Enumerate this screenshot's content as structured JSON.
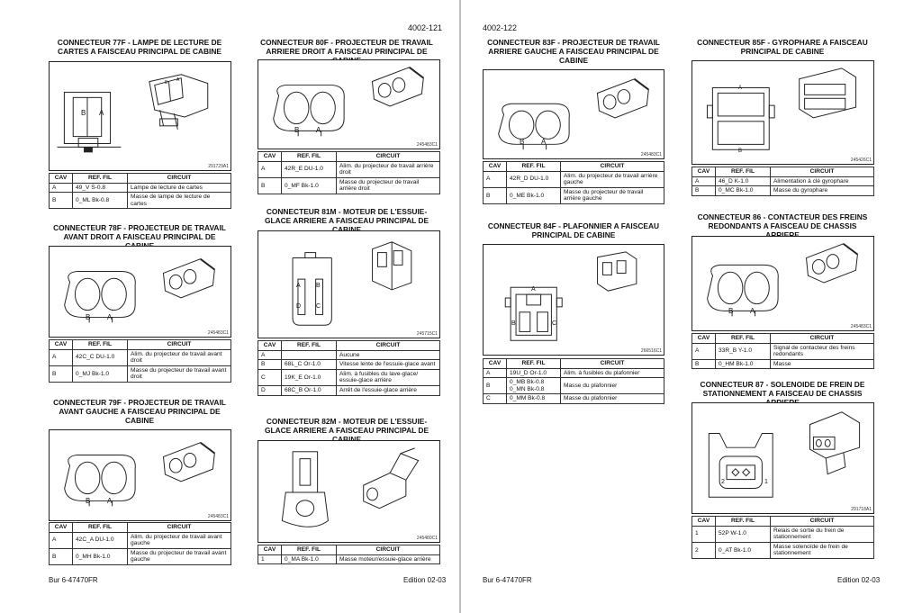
{
  "left": {
    "page_number": "4002-121",
    "footer_left": "Bur 6-47470FR",
    "footer_right": "Edition 02-03",
    "c77f": {
      "title": "CONNECTEUR 77F - LAMPE DE LECTURE DE CARTES A FAISCEAU PRINCIPAL DE CABINE",
      "code": "291729A1",
      "pin_b": "B",
      "pin_a": "A",
      "headers": [
        "CAV",
        "REF. FIL",
        "CIRCUIT"
      ],
      "rows": [
        [
          "A",
          "49_V S-0.8",
          "Lampe de lecture de cartes"
        ],
        [
          "B",
          "0_ML Bk-0.8",
          "Masse de lampe de lecture de cartes"
        ]
      ]
    },
    "c78f": {
      "title": "CONNECTEUR 78F - PROJECTEUR DE TRAVAIL AVANT DROIT A FAISCEAU PRINCIPAL DE CABINE",
      "code": "245483C1",
      "pin_b": "B",
      "pin_a": "A",
      "headers": [
        "CAV",
        "REF. FIL",
        "CIRCUIT"
      ],
      "rows": [
        [
          "A",
          "42C_C DU-1.0",
          "Alim. du projecteur de travail avant droit"
        ],
        [
          "B",
          "0_MJ Bk-1.0",
          "Masse du projecteur de travail avant droit"
        ]
      ]
    },
    "c79f": {
      "title": "CONNECTEUR 79F - PROJECTEUR DE TRAVAIL AVANT GAUCHE A FAISCEAU PRINCIPAL DE CABINE",
      "code": "245483C1",
      "pin_b": "B",
      "pin_a": "A",
      "headers": [
        "CAV",
        "REF. FIL",
        "CIRCUIT"
      ],
      "rows": [
        [
          "A",
          "42C_A DU-1.0",
          "Alim. du projecteur de travail avant gauche"
        ],
        [
          "B",
          "0_MH Bk-1.0",
          "Masse du projecteur de travail avant gauche"
        ]
      ]
    },
    "c80f": {
      "title": "CONNECTEUR 80F - PROJECTEUR DE TRAVAIL ARRIERE DROIT A FAISCEAU PRINCIPAL DE CABINE",
      "code": "245483C1",
      "pin_b": "B",
      "pin_a": "A",
      "headers": [
        "CAV",
        "REF. FIL",
        "CIRCUIT"
      ],
      "rows": [
        [
          "A",
          "42R_E DU-1.0",
          "Alim. du projecteur de travail arrière droit"
        ],
        [
          "B",
          "0_MF Bk-1.0",
          "Masse du projecteur de travail arrière droit"
        ]
      ]
    },
    "c81m": {
      "title": "CONNECTEUR 81M - MOTEUR DE L'ESSUIE-GLACE ARRIERE A FAISCEAU PRINCIPAL DE CABINE",
      "code": "245715C1",
      "pins": [
        "A",
        "B",
        "D",
        "C"
      ],
      "headers": [
        "CAV",
        "REF. FIL",
        "CIRCUIT"
      ],
      "rows": [
        [
          "A",
          "",
          "Aucune"
        ],
        [
          "B",
          "68L_C Or-1.0",
          "Vitesse lente de l'essuie-glace avant"
        ],
        [
          "C",
          "19K_E Or-1.0",
          "Alim. à fusibles du lave-glace/ essuie-glace arrière"
        ],
        [
          "D",
          "68C_B Or-1.0",
          "Arrêt de l'essuie-glace arrière"
        ]
      ]
    },
    "c82m": {
      "title": "CONNECTEUR 82M - MOTEUR DE L'ESSUIE-GLACE ARRIERE A FAISCEAU PRINCIPAL DE CABINE",
      "code": "245480C1",
      "headers": [
        "CAV",
        "REF. FIL",
        "CIRCUIT"
      ],
      "rows": [
        [
          "1",
          "0_MA Bk-1.0",
          "Masse moteur/essuie-glace arrière"
        ]
      ]
    }
  },
  "right": {
    "page_number": "4002-122",
    "footer_left": "Bur 6-47470FR",
    "footer_right": "Edition 02-03",
    "c83f": {
      "title": "CONNECTEUR 83F - PROJECTEUR DE TRAVAIL ARRIERE GAUCHE A FAISCEAU PRINCIPAL DE CABINE",
      "code": "245483C1",
      "pin_b": "B",
      "pin_a": "A",
      "headers": [
        "CAV",
        "REF. FIL",
        "CIRCUIT"
      ],
      "rows": [
        [
          "A",
          "42R_D DU-1.0",
          "Alim. du projecteur de travail arrière gauche"
        ],
        [
          "B",
          "0_ME Bk-1.0",
          "Masse du projecteur de travail arrière gauche"
        ]
      ]
    },
    "c84f": {
      "title": "CONNECTEUR 84F - PLAFONNIER A FAISCEAU PRINCIPAL DE CABINE",
      "code": "266516C1",
      "pins": [
        "A",
        "B",
        "C"
      ],
      "headers": [
        "CAV",
        "REF. FIL",
        "CIRCUIT"
      ],
      "rows": [
        [
          "A",
          "19U_D Or-1.0",
          "Alim. à fusibles du plafonnier"
        ],
        [
          "B",
          "0_MB Bk-0.8\n0_MN Bk-0.8",
          "Masse du plafonnier"
        ],
        [
          "C",
          "0_MM Bk-0.8",
          "Masse du plafonnier"
        ]
      ]
    },
    "c85f": {
      "title": "CONNECTEUR 85F - GYROPHARE A FAISCEAU PRINCIPAL DE CABINE",
      "code": "245426C1",
      "pin_a": "A",
      "pin_b": "B",
      "headers": [
        "CAV",
        "REF. FIL",
        "CIRCUIT"
      ],
      "rows": [
        [
          "A",
          "46_D K-1.0",
          "Alimentation à clé gyrophare"
        ],
        [
          "B",
          "0_MC Bk-1.0",
          "Masse du gyrophare"
        ]
      ]
    },
    "c86": {
      "title": "CONNECTEUR 86 - CONTACTEUR DES FREINS REDONDANTS A FAISCEAU DE CHASSIS ARRIERE",
      "code": "245483C1",
      "pin_b": "B",
      "pin_a": "A",
      "headers": [
        "CAV",
        "REF. FIL",
        "CIRCUIT"
      ],
      "rows": [
        [
          "A",
          "33R_B Y-1.0",
          "Signal de contacteur des freins redondants"
        ],
        [
          "B",
          "0_HM Bk-1.0",
          "Masse"
        ]
      ]
    },
    "c87": {
      "title": "CONNECTEUR 87 - SOLENOIDE DE FREIN DE STATIONNEMENT A FAISCEAU DE CHASSIS ARRIERE",
      "code": "291718A1",
      "pin_2": "2",
      "pin_1": "1",
      "headers": [
        "CAV",
        "REF. FIL",
        "CIRCUIT"
      ],
      "rows": [
        [
          "1",
          "52P W-1.0",
          "Relais de sortie du frein de stationnement"
        ],
        [
          "2",
          "0_AT Bk-1.0",
          "Masse solenoïde de frein de stationnement"
        ]
      ]
    }
  }
}
